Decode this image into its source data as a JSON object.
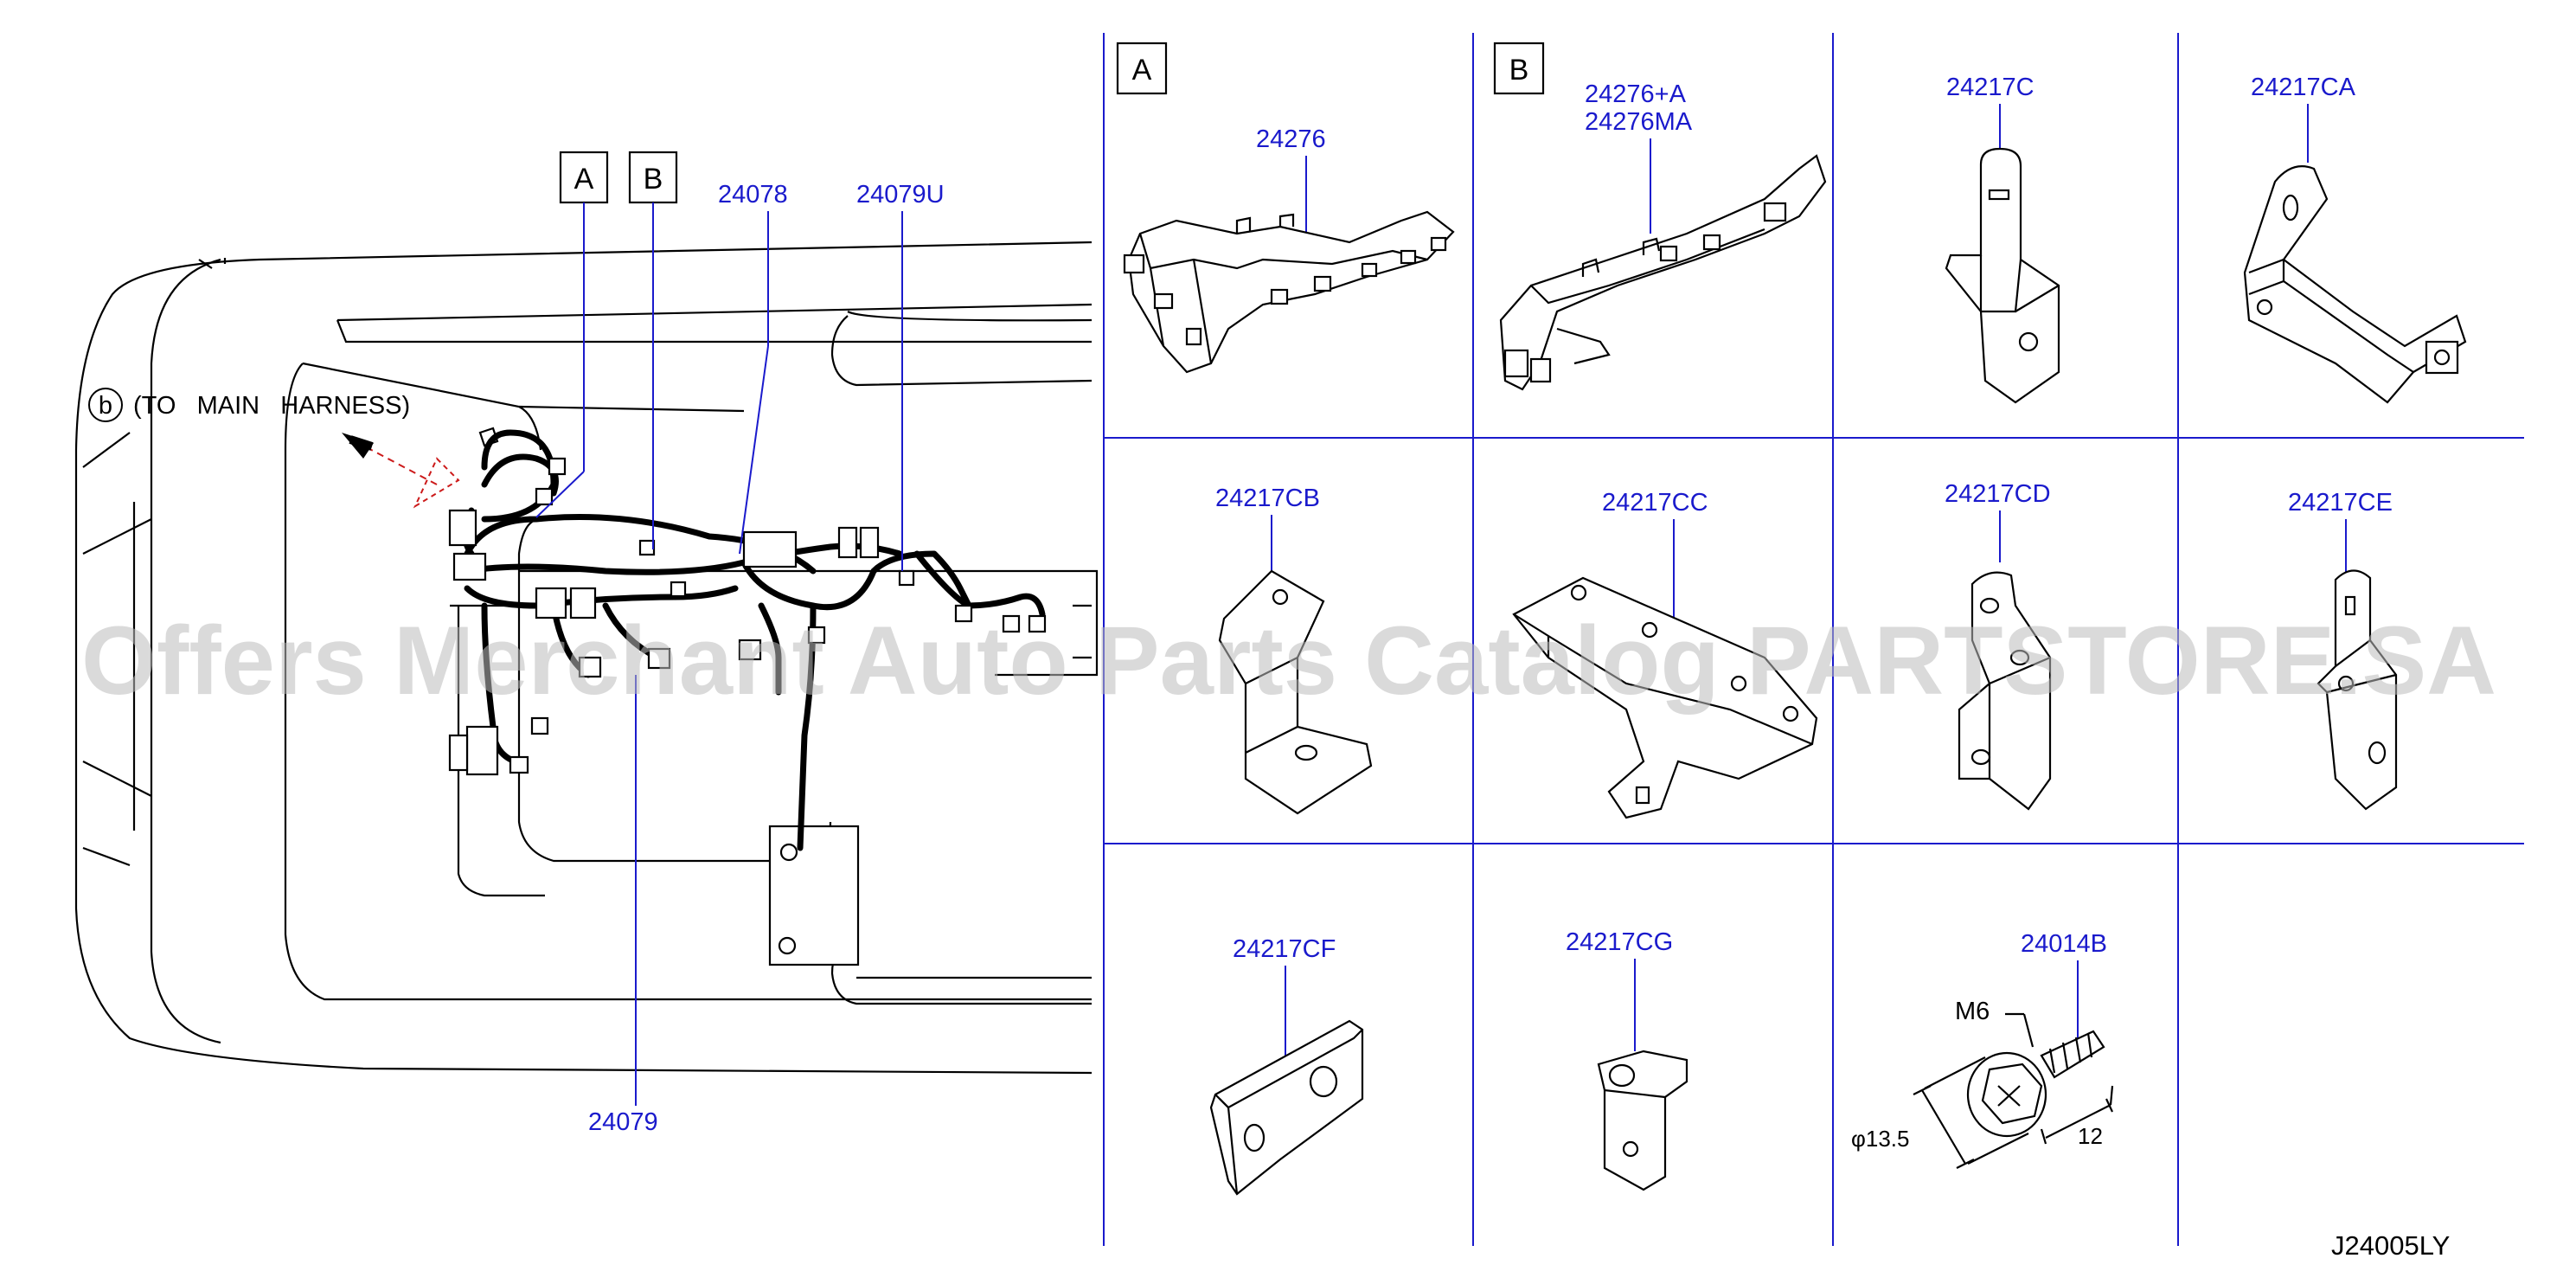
{
  "diagram_code": "J24005LY",
  "watermark": "Offers Merchant Auto Parts Catalog PARTSTORE.SA",
  "colors": {
    "part_label": "#1a1acc",
    "line": "#000000",
    "grid": "#1a1acc",
    "hint_arrow": "#cc1a1a",
    "watermark": "#bdbdbd"
  },
  "main_view": {
    "callout_a": "A",
    "callout_b": "B",
    "note_marker": "b",
    "note_text": "(TO   MAIN   HARNESS)",
    "labels": {
      "p24078": "24078",
      "p24079u": "24079U",
      "p24079": "24079"
    }
  },
  "cells": {
    "a": {
      "section": "A",
      "part": "24276"
    },
    "b": {
      "section": "B",
      "part_line1": "24276+A",
      "part_line2": "24276MA"
    },
    "c": {
      "part": "24217C"
    },
    "ca": {
      "part": "24217CA"
    },
    "cb": {
      "part": "24217CB"
    },
    "cc": {
      "part": "24217CC"
    },
    "cd": {
      "part": "24217CD"
    },
    "ce": {
      "part": "24217CE"
    },
    "cf": {
      "part": "24217CF"
    },
    "cg": {
      "part": "24217CG"
    },
    "bolt": {
      "part": "24014B",
      "thread": "M6",
      "diameter": "φ13.5",
      "length": "12"
    }
  }
}
